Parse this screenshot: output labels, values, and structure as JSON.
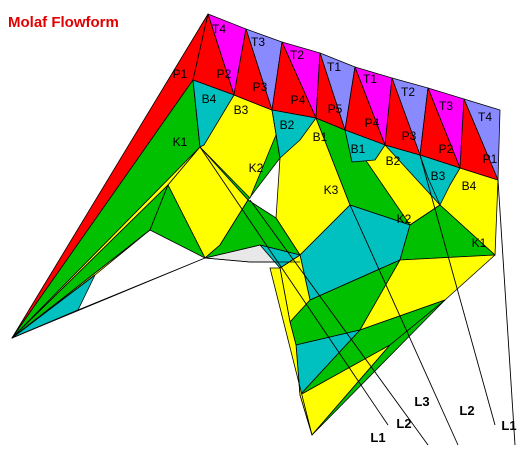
{
  "title": "Molaf Flowform",
  "colors": {
    "red": "#ff0000",
    "magenta": "#ff00ff",
    "periwinkle": "#8a8aff",
    "cyan": "#00c0c0",
    "yellow": "#ffff00",
    "green": "#00c000",
    "line": "#000000",
    "title": "#e00000"
  },
  "labels": {
    "top_cells": [
      "T4",
      "T3",
      "T2",
      "T1",
      "T1",
      "T2",
      "T3",
      "T4"
    ],
    "pocket_cells": [
      "P1",
      "P2",
      "P3",
      "P4",
      "P5",
      "P4",
      "P3",
      "P2",
      "P1"
    ],
    "bridle_cells": [
      "B4",
      "B3",
      "B2",
      "B1",
      "B1",
      "B2",
      "B3",
      "B4"
    ],
    "keel_labels": [
      "K1",
      "K2",
      "K3",
      "K2",
      "K1"
    ],
    "line_labels": [
      "L1",
      "L2",
      "L3",
      "L2",
      "L1"
    ]
  }
}
